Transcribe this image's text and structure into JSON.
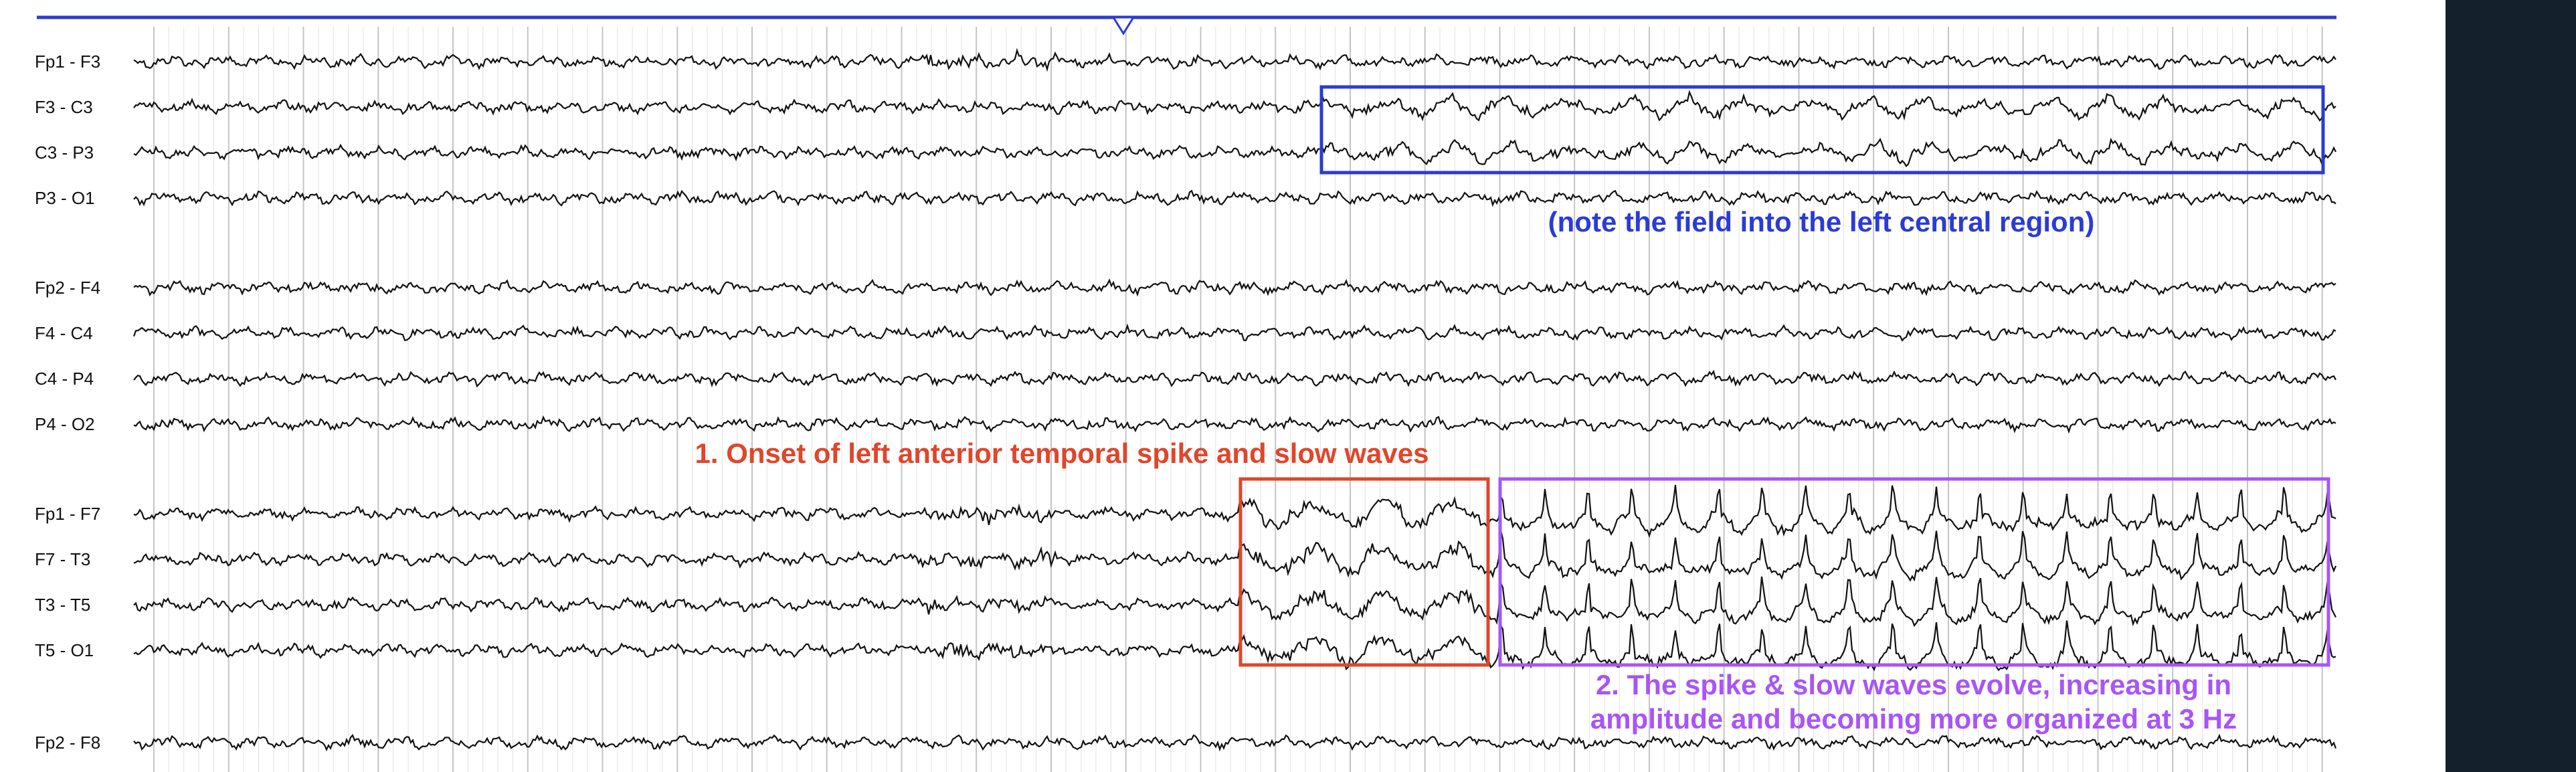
{
  "channels": [
    {
      "label": "Fp1 - F3",
      "group": 1
    },
    {
      "label": "F3 - C3",
      "group": 1
    },
    {
      "label": "C3 - P3",
      "group": 1
    },
    {
      "label": "P3 - O1",
      "group": 1
    },
    {
      "label": "Fp2 - F4",
      "group": 2
    },
    {
      "label": "F4 - C4",
      "group": 2
    },
    {
      "label": "C4 - P4",
      "group": 2
    },
    {
      "label": "P4 - O2",
      "group": 2
    },
    {
      "label": "Fp1 - F7",
      "group": 3
    },
    {
      "label": "F7 - T3",
      "group": 3
    },
    {
      "label": "T3 - T5",
      "group": 3
    },
    {
      "label": "T5 - O1",
      "group": 3
    },
    {
      "label": "Fp2 - F8",
      "group": 4
    }
  ],
  "annotations": {
    "blue_note": "(note the field into the left central region)",
    "onset_note": "1. Onset of left anterior temporal spike and slow waves",
    "evolve_note_line1": "2. The spike & slow waves evolve, increasing in",
    "evolve_note_line2": "amplitude and becoming more organized at 3 Hz"
  },
  "colors": {
    "blue": "#2b3bd6",
    "red": "#e0462a",
    "purple": "#a855f7",
    "trace": "#111111",
    "grid": "#d6d6d6",
    "panel": "#15202d"
  }
}
